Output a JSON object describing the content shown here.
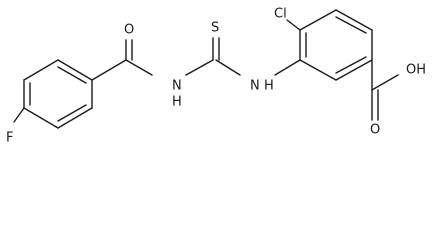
{
  "atom_labels": {
    "oxygen_carbonyl_amide": "O",
    "sulfur": "S",
    "chlorine": "Cl",
    "nitrogen_amide": "N",
    "hydrogen_amide": "H",
    "nitrogen_thiourea": "N",
    "hydrogen_thiourea": "H",
    "fluorine": "F",
    "oxygen_carbonyl_acid": "O",
    "hydroxyl": "OH"
  }
}
